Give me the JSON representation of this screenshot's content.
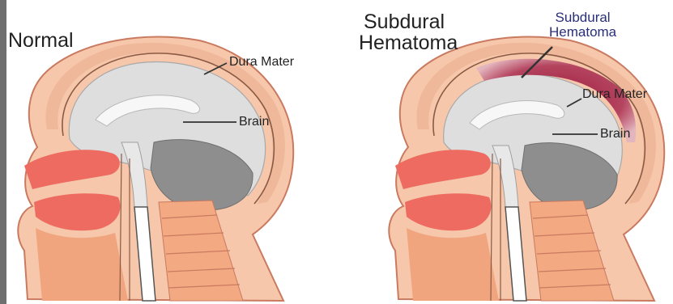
{
  "figure": {
    "left_panel": {
      "title": "Normal",
      "labels": {
        "dura_mater": "Dura Mater",
        "brain": "Brain"
      }
    },
    "right_panel": {
      "title_line1": "Subdural",
      "title_line2": "Hematoma",
      "labels": {
        "hematoma_line1": "Subdural",
        "hematoma_line2": "Hematoma",
        "dura_mater": "Dura Mater",
        "brain": "Brain"
      }
    }
  },
  "colors": {
    "skin": "#f0a57f",
    "skin_light": "#f6c7aa",
    "tissue_red": "#ee6b62",
    "cerebrum": "#dedede",
    "cerebellum": "#8e8e8e",
    "dura": "#c97a60",
    "hematoma": "#9b1b3c",
    "accent_text": "#2a2f7a"
  }
}
